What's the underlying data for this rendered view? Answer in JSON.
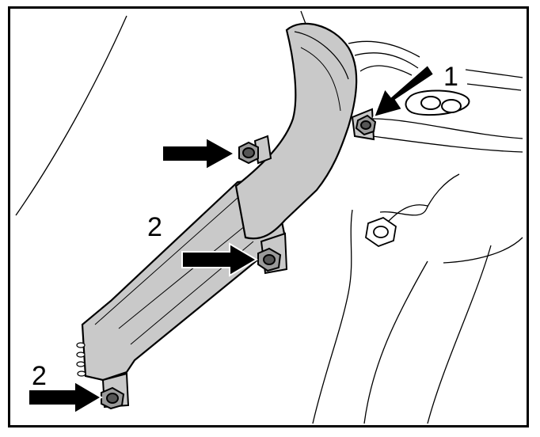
{
  "callouts": {
    "c1": "1",
    "c2_upper": "2",
    "c2_lower": "2"
  },
  "colors": {
    "shield_fill": "#c9c9c9",
    "line": "#000000",
    "background": "#ffffff"
  }
}
